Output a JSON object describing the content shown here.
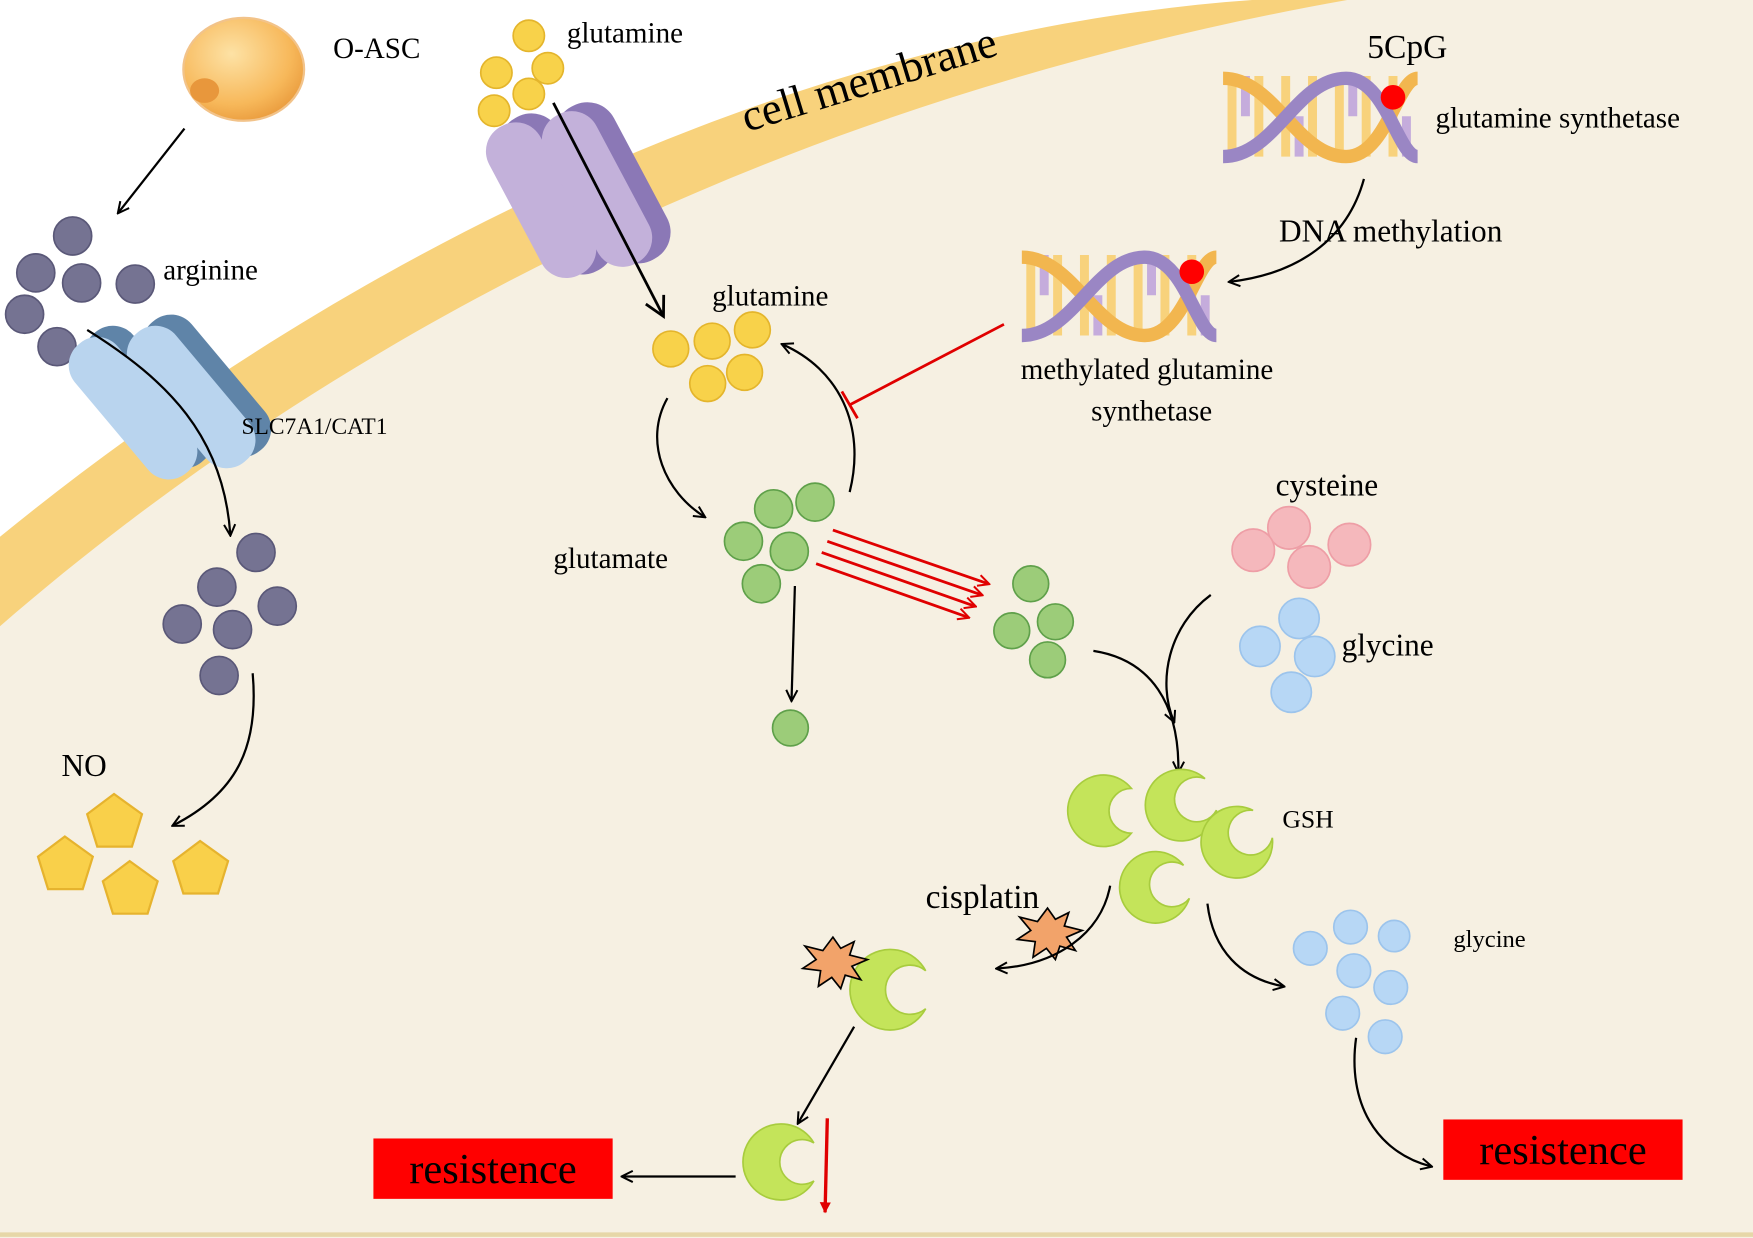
{
  "labels": {
    "o_asc": "O-ASC",
    "arginine": "arginine",
    "transporter": "SLC7A1/CAT1",
    "no": "NO",
    "glutamine_outside": "glutamine",
    "cell_membrane": "cell membrane",
    "glutamine_inside": "glutamine",
    "glutamate": "glutamate",
    "cpg": "5CpG",
    "glutamine_synthetase": "glutamine synthetase",
    "dna_methylation": "DNA methylation",
    "methylated_gs_line1": "methylated glutamine",
    "methylated_gs_line2": "synthetase",
    "cysteine": "cysteine",
    "glycine_1": "glycine",
    "gsh": "GSH",
    "cisplatin": "cisplatin",
    "glycine_2": "glycine",
    "resistence_left": "resistence",
    "resistence_right": "resistence"
  },
  "colors": {
    "cytoplasm": "#f6f0e2",
    "membrane": "#f8d27c",
    "arginine": "#757392",
    "glutamine": "#f8d24a",
    "glutamate": "#9ccc79",
    "cysteine": "#f5b8bc",
    "glycine": "#b7d7f5",
    "gsh": "#c4e45a",
    "no": "#f9d04a",
    "cisplatin": "#f2a36a",
    "resistence_box": "#ff0000",
    "inhibition": "#e00000",
    "methyl_mark": "#ff0000"
  },
  "icons": {
    "o_asc": "orange-cell-icon",
    "transporter_arginine": "blue-transporter-icon",
    "transporter_glutamine": "purple-transporter-icon",
    "dna": "dna-helix-icon",
    "methylated_dna": "methylated-dna-helix-icon",
    "cisplatin": "starburst-icon"
  }
}
